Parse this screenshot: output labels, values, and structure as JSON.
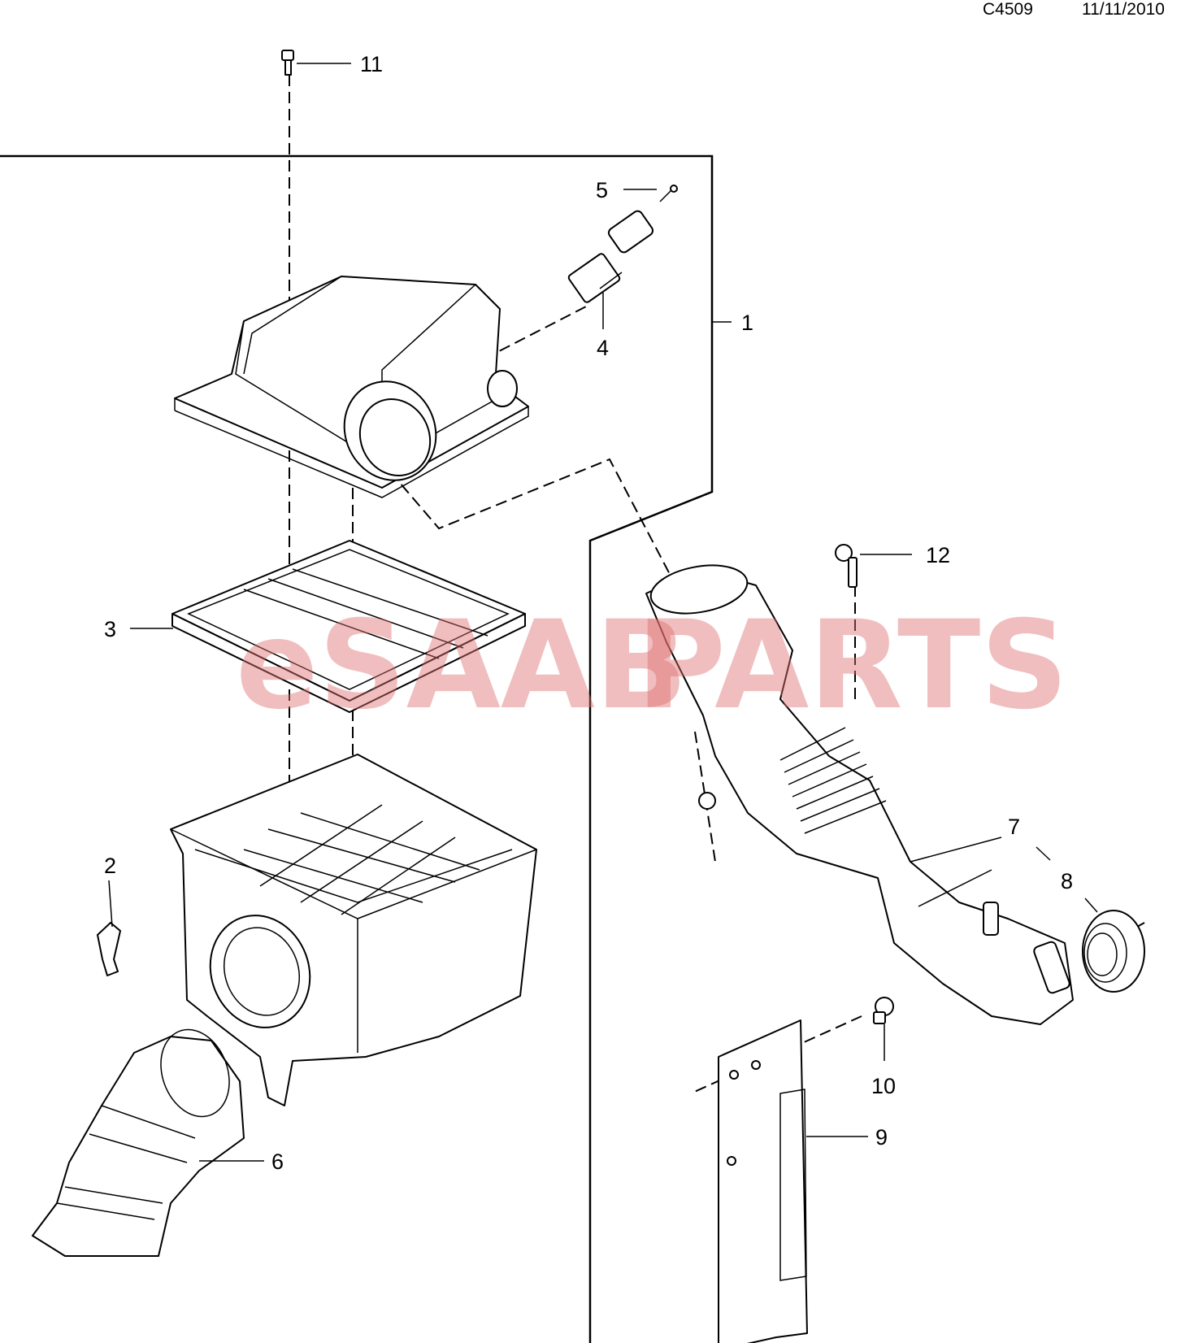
{
  "header": {
    "diagram_code": "C4509",
    "date": "11/11/2010"
  },
  "watermark": {
    "part1": "eSAAB",
    "part2": "PARTS"
  },
  "callouts": [
    {
      "id": "callout-1",
      "label": "1"
    },
    {
      "id": "callout-2",
      "label": "2"
    },
    {
      "id": "callout-3",
      "label": "3"
    },
    {
      "id": "callout-4",
      "label": "4"
    },
    {
      "id": "callout-5",
      "label": "5"
    },
    {
      "id": "callout-6",
      "label": "6"
    },
    {
      "id": "callout-7",
      "label": "7"
    },
    {
      "id": "callout-8",
      "label": "8"
    },
    {
      "id": "callout-9",
      "label": "9"
    },
    {
      "id": "callout-10",
      "label": "10"
    },
    {
      "id": "callout-11",
      "label": "11"
    },
    {
      "id": "callout-12",
      "label": "12"
    }
  ],
  "colors": {
    "line": "#000000",
    "watermark": "#e07070",
    "background": "#ffffff"
  }
}
